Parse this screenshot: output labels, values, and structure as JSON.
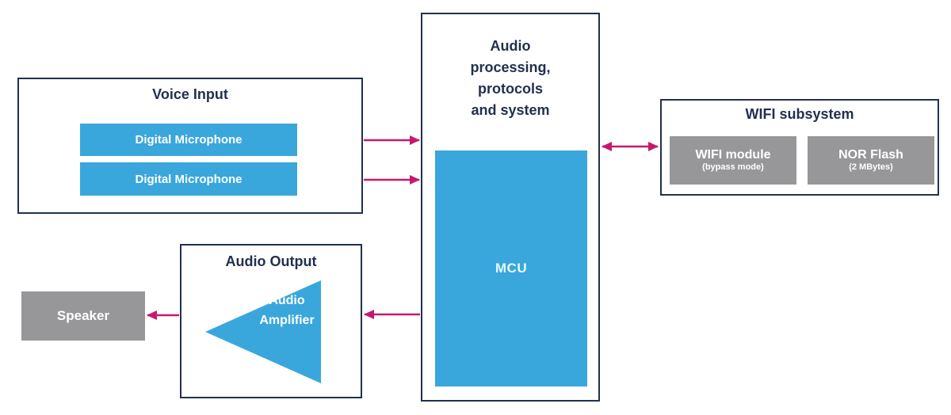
{
  "colors": {
    "accent_blue": "#3aa7dc",
    "block_gray": "#97979a",
    "navy": "#22304e",
    "arrow_magenta": "#c41a6e",
    "background": "#ffffff",
    "label_on_fill": "#ffffff"
  },
  "diagram": {
    "voice_input": {
      "title": "Voice Input",
      "mic1_label": "Digital Microphone",
      "mic2_label": "Digital Microphone"
    },
    "processing": {
      "title_line1": "Audio",
      "title_line2": "processing,",
      "title_line3": "protocols",
      "title_line4": "and system",
      "mcu_label": "MCU"
    },
    "wifi": {
      "title": "WIFI subsystem",
      "module_label": "WIFI module",
      "module_sub": "(bypass mode)",
      "flash_label": "NOR Flash",
      "flash_sub": "(2 MBytes)"
    },
    "audio_output": {
      "title": "Audio Output",
      "amp_line1": "Audio",
      "amp_line2": "Amplifier"
    },
    "speaker": {
      "label": "Speaker"
    }
  }
}
